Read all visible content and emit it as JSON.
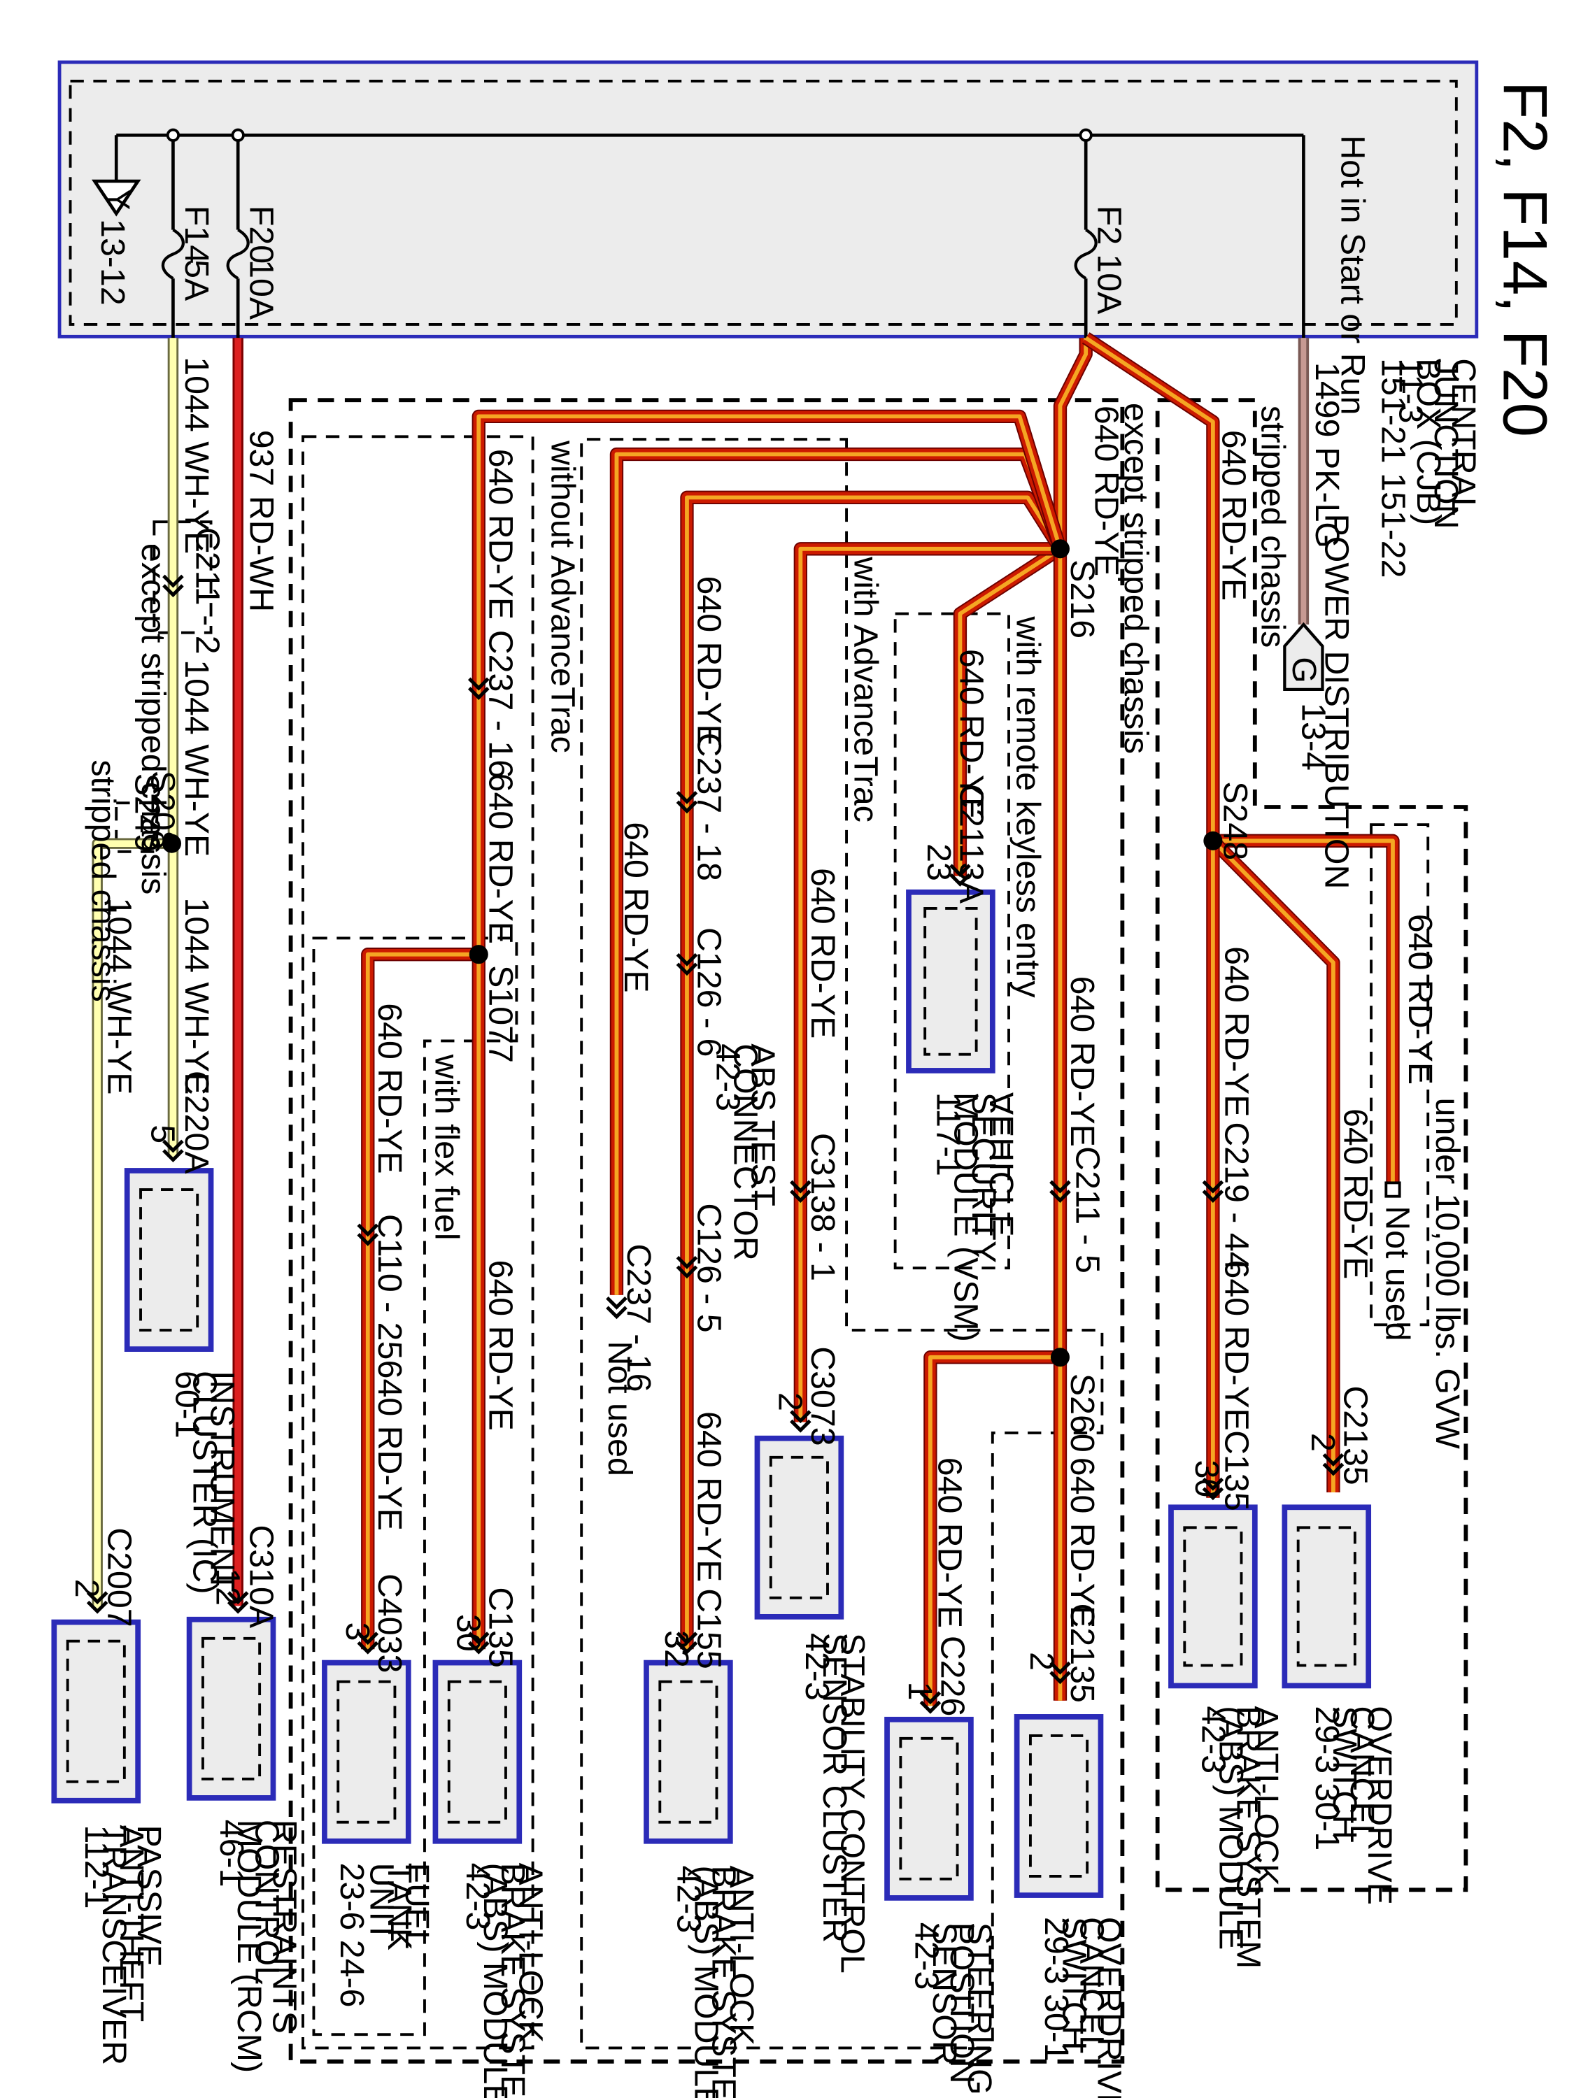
{
  "header": {
    "title": "F2, F14, F20"
  },
  "cjb": {
    "hot_label": "Hot in Start or Run",
    "title_lines": [
      "CENTRAL",
      "JUNCTION",
      "BOX (CJB)",
      "11-3",
      "151-21 151-22"
    ],
    "fuses": [
      {
        "id": "F2",
        "rating": "10A"
      },
      {
        "id": "F14",
        "rating": "5A"
      },
      {
        "id": "F20",
        "rating": "10A"
      }
    ],
    "ground_ref": "13-12",
    "ground_symbol": "Y"
  },
  "power_distribution": {
    "wire": "1499 PK-LG",
    "qualifier": "stripped chassis",
    "label": "POWER DISTRIBUTION",
    "ref": "13-4",
    "ground": "G"
  },
  "colors": {
    "rd_ye_outer": "#cc1a00",
    "rd_ye_inner": "#f5a623",
    "wh_ye": "#ffffb0",
    "rd_wh": "#dd2020",
    "pk_lg": "#c79a93",
    "component_border": "#2b2bb8"
  },
  "wires": {
    "rd_ye": "640 RD-YE",
    "wh_ye": "1044 WH-YE",
    "rd_wh": "937 RD-WH",
    "rd_ye_main": "640 RD-YE"
  },
  "splices": {
    "s216": "S216",
    "s248": "S248",
    "s260": "S260",
    "s1077": "S1077",
    "s208": "S208",
    "s249": "S249"
  },
  "qualifiers": {
    "except_stripped": "except stripped chassis",
    "stripped": "stripped chassis",
    "with_rke": "with remote keyless entry",
    "with_advancetrac": "with AdvanceTrac",
    "without_advancetrac": "without AdvanceTrac",
    "with_flex_fuel": "with flex fuel",
    "under_10000": "under 10,000 lbs. GVW",
    "except_stripped_short": "except stripped chassis",
    "stripped_short": "stripped chassis"
  },
  "connectors": {
    "c211_2": "C211 - 2",
    "c211_5": "C211 - 5",
    "c2113a": "C2113A",
    "c2113a_pin": "23",
    "c237_16": "C237 - 16",
    "c237_16_b": "C237 - 16",
    "c237_18": "C237 - 18",
    "c126_6": "C126 - 6",
    "c126_5": "C126 - 5",
    "c3138_1": "C3138 - 1",
    "c3073": "C3073",
    "c3073_pin": "2",
    "c155": "C155",
    "c155_pin": "32",
    "c219_44": "C219 - 44",
    "c135_a": "C135",
    "c135_a_pin": "30",
    "c2135_a": "C2135",
    "c2135_a_pin": "2",
    "c2135_b": "C2135",
    "c2135_b_pin": "2",
    "c226": "C226",
    "c226_pin": "1",
    "c110_25": "C110 - 25",
    "c4033": "C4033",
    "c4033_pin": "3",
    "c135_b": "C135",
    "c135_b_pin": "30",
    "c220a": "C220A",
    "c220a_pin": "5",
    "c310a": "C310A",
    "c310a_pin": "12",
    "c2007": "C2007",
    "c2007_pin": "2"
  },
  "not_used": {
    "a": "Not used",
    "b": "Not used"
  },
  "abs_test_connector": {
    "lines": [
      "ABS TEST",
      "CONNECTOR",
      "42-3"
    ]
  },
  "components": {
    "overdrive_cancel_a": {
      "lines": [
        "OVERDRIVE",
        "CANCEL",
        "SWITCH",
        "29-3    30-1"
      ]
    },
    "abs_module_a": {
      "lines": [
        "ANTI-LOCK",
        "BRAKE SYSTEM",
        "(ABS) MODULE",
        "42-3"
      ]
    },
    "vsm": {
      "lines": [
        "VEHICLE",
        "SECURITY",
        "MODULE (VSM)",
        "117-1"
      ]
    },
    "overdrive_cancel_b": {
      "lines": [
        "OVERDRIVE",
        "CANCEL",
        "SWITCH",
        "29-3    30-1"
      ]
    },
    "steering_sensor": {
      "lines": [
        "STEERING",
        "POSITION",
        "SENSOR",
        "42-3"
      ]
    },
    "stability_sensor": {
      "lines": [
        "STABILITY CONTROL",
        "SENSOR CLUSTER",
        "42-3"
      ]
    },
    "abs_module_b": {
      "lines": [
        "ANTI-LOCK",
        "BRAKE SYSTEM",
        "(ABS) MODULE",
        "42-3"
      ]
    },
    "abs_module_c": {
      "lines": [
        "ANTI-LOCK",
        "BRAKE SYSTEM",
        "(ABS) MODULE",
        "42-3"
      ]
    },
    "fuel_tank": {
      "lines": [
        "FUEL",
        "TANK",
        "UNIT",
        "23-6      24-6"
      ]
    },
    "instrument_cluster": {
      "lines": [
        "INSTRUMENT",
        "CLUSTER (IC)",
        "60-1"
      ]
    },
    "rcm": {
      "lines": [
        "RESTRAINTS",
        "CONTROL",
        "MODULE (RCM)",
        "46-1"
      ]
    },
    "pats": {
      "lines": [
        "PASSIVE",
        "ANTI-THEFT",
        "TRANSCEIVER",
        "112-1"
      ]
    }
  }
}
